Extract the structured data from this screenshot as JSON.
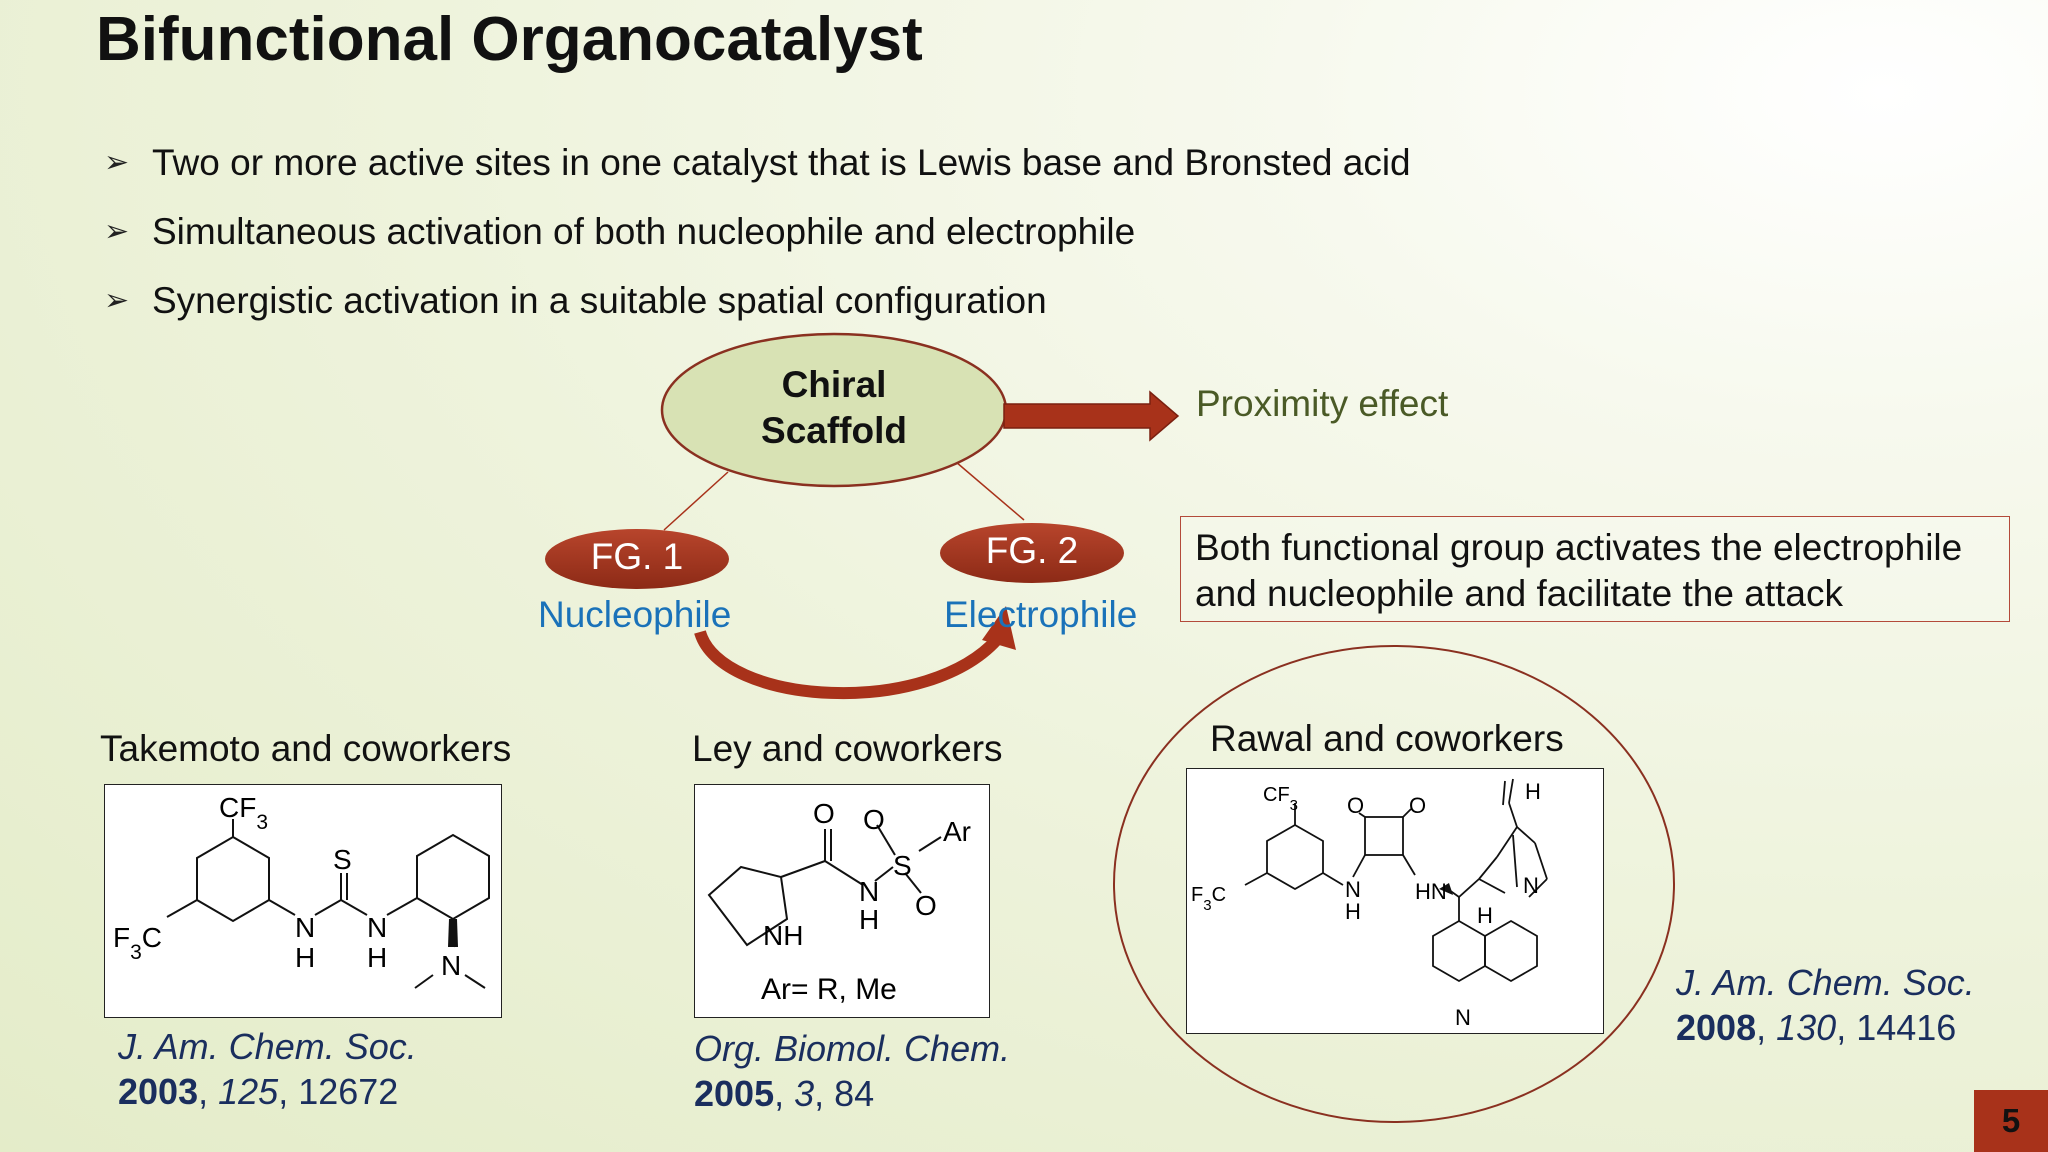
{
  "title": "Bifunctional Organocatalyst",
  "bullets": [
    "Two or more active sites in one catalyst that is Lewis base and Bronsted acid",
    "Simultaneous activation of both nucleophile and electrophile",
    "Synergistic activation in a suitable spatial configuration"
  ],
  "bullet_symbol": "➢",
  "diagram": {
    "scaffold_line1": "Chiral",
    "scaffold_line2": "Scaffold",
    "proximity": "Proximity effect",
    "fg1": "FG. 1",
    "fg2": "FG. 2",
    "nucleophile": "Nucleophile",
    "electrophile": "Electrophile",
    "box_text": "Both functional group activates the electrophile and nucleophile and facilitate the attack"
  },
  "examples": [
    {
      "group": "Takemoto and coworkers",
      "journal": "J. Am. Chem. Soc.",
      "year": "2003",
      "volume": "125",
      "pages": "12672"
    },
    {
      "group": "Ley and coworkers",
      "journal": "Org. Biomol. Chem.",
      "year": "2005",
      "volume": "3",
      "pages": "84",
      "note": "Ar= R, Me"
    },
    {
      "group": "Rawal and coworkers",
      "journal": "J. Am. Chem. Soc.",
      "year": "2008",
      "volume": "130",
      "pages": "14416"
    }
  ],
  "chem_labels": {
    "cf3": "CF3",
    "f3c": "F3C",
    "s": "S",
    "n": "N",
    "h": "H",
    "nh": "NH",
    "hn": "HN",
    "o": "O",
    "ar": "Ar",
    "sulfur": "S"
  },
  "page_number": "5",
  "colors": {
    "accent_red": "#a8321a",
    "ellipse_fill": "#d8e2b4",
    "blue_text": "#1a72b9",
    "olive_text": "#4a5a26",
    "ref_text": "#1a2e5e"
  }
}
